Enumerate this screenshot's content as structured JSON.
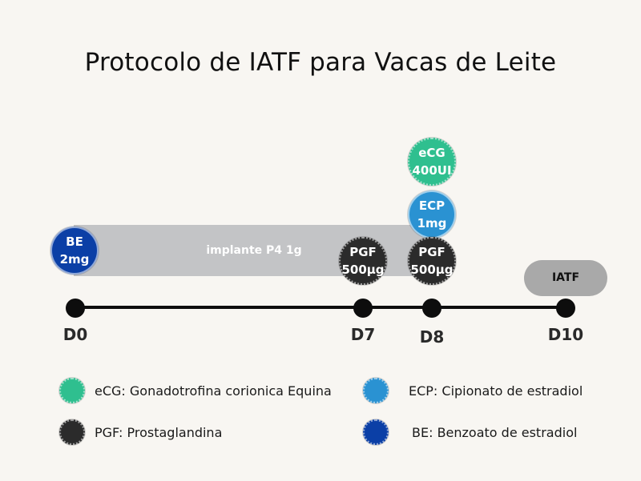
{
  "title": "Protocolo de IATF para Vacas de Leite",
  "implant": {
    "label": "implante P4 1g"
  },
  "events": {
    "be": {
      "line1": "BE",
      "line2": "2mg"
    },
    "pgf_d7": {
      "line1": "PGF",
      "line2": "500µg"
    },
    "pgf_d8": {
      "line1": "PGF",
      "line2": "500µg"
    },
    "ecp": {
      "line1": "ECP",
      "line2": "1mg"
    },
    "ecg": {
      "line1": "eCG",
      "line2": "400UI"
    },
    "iatf": {
      "label": "IATF"
    }
  },
  "timeline": {
    "days": [
      "D0",
      "D7",
      "D8",
      "D10"
    ]
  },
  "legend": [
    {
      "text": "eCG: Gonadotrofina corionica Equina",
      "color": "#2fbf8f"
    },
    {
      "text": "ECP: Cipionato de estradiol",
      "color": "#2a92d2"
    },
    {
      "text": "PGF: Prostaglandina",
      "color": "#2b2b2b"
    },
    {
      "text": "BE: Benzoato de estradiol",
      "color": "#0b3fa6"
    }
  ],
  "colors": {
    "be": "#0b3fa6",
    "pgf": "#2b2b2b",
    "ecp": "#2a92d2",
    "ecg": "#2fbf8f",
    "implant": "#c3c4c6",
    "iatf": "#a9a9a9",
    "background": "#f8f6f2"
  }
}
